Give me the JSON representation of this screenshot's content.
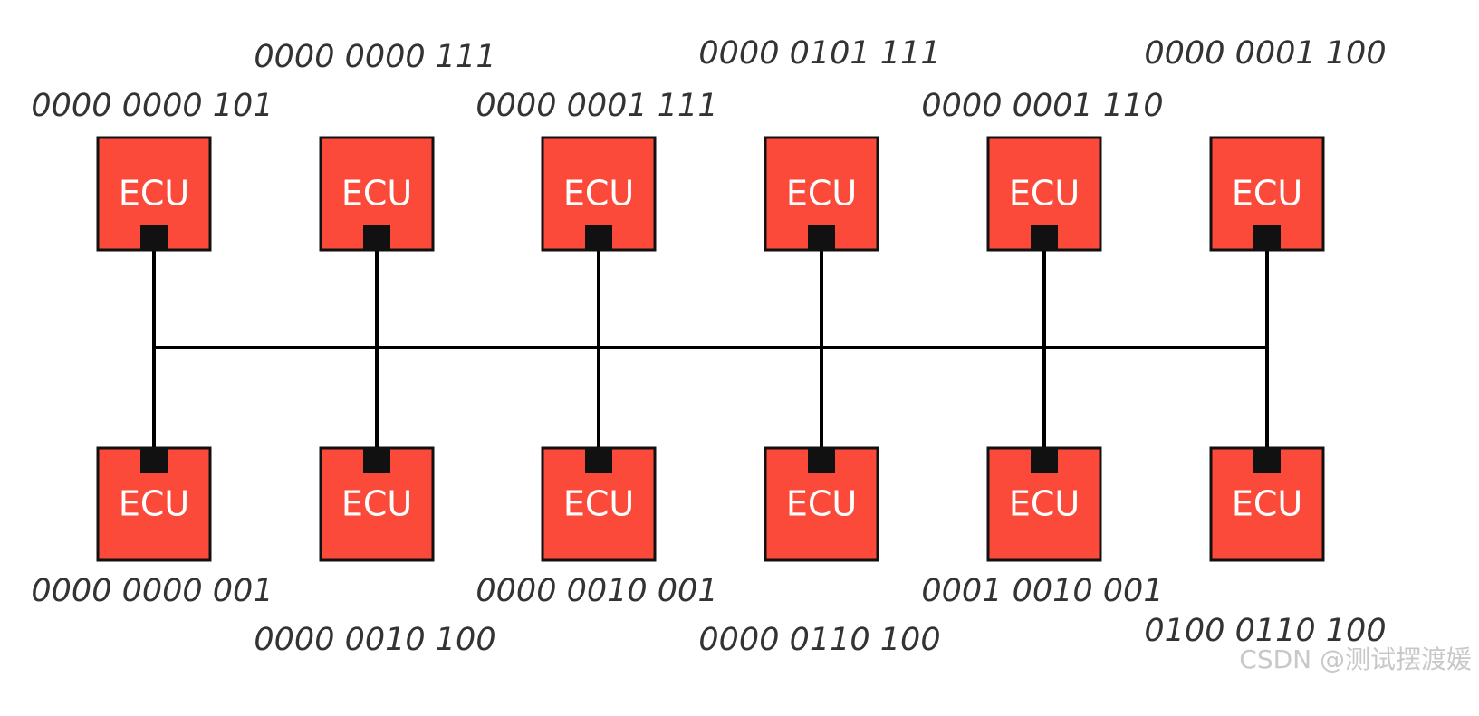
{
  "ecu_label": "ECU",
  "colors": {
    "ecu_fill": "#fc4a3a",
    "ecu_border": "#111111",
    "bus": "#000000",
    "label_text": "#333333",
    "watermark": "#c8c8c8"
  },
  "top_ecus": [
    {
      "ids": [
        "0000 0000 101"
      ]
    },
    {
      "ids": [
        "0000 0000 111"
      ]
    },
    {
      "ids": [
        "0000 0001 111"
      ]
    },
    {
      "ids": [
        "0000 0101 111"
      ]
    },
    {
      "ids": [
        "0000 0001 110"
      ]
    },
    {
      "ids": [
        "0000 0001 100"
      ]
    }
  ],
  "bottom_ecus": [
    {
      "ids": [
        "0000 0000 001"
      ]
    },
    {
      "ids": [
        "0000 0010 100"
      ]
    },
    {
      "ids": [
        "0000 0010 001"
      ]
    },
    {
      "ids": [
        "0000 0110 100"
      ]
    },
    {
      "ids": [
        "0001 0010 001"
      ]
    },
    {
      "ids": [
        "0100 0110 100"
      ]
    }
  ],
  "watermark": "CSDN @测试摆渡媛"
}
